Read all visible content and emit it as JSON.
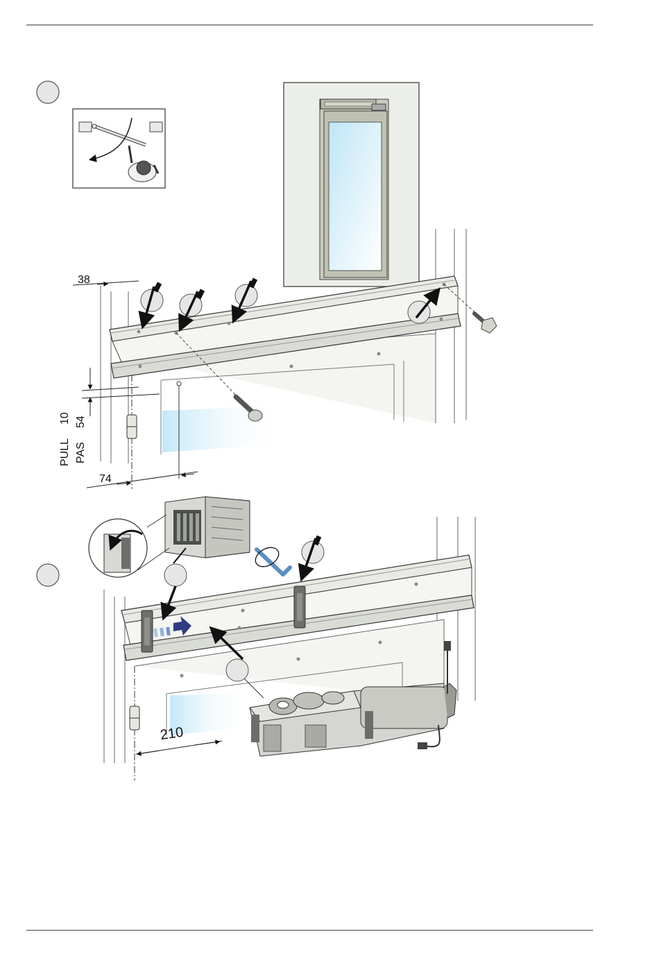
{
  "dimensions": {
    "d38": "38",
    "pull_label": "PULL",
    "pull_value": "10",
    "pas_label": "PAS",
    "pas_value": "54",
    "d74": "74",
    "d210": "210"
  },
  "colors": {
    "line": "#222222",
    "wall": "#eceee9",
    "glass": "#cfeaf6",
    "rail": "#d9dbd5",
    "bracket": "#6b6e6a",
    "circle": "#e6e6e6"
  }
}
